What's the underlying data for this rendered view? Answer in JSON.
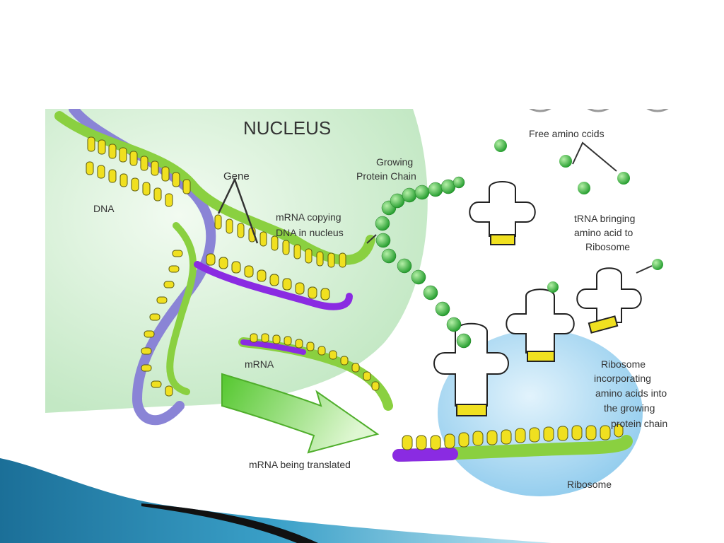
{
  "diagram": {
    "labels": {
      "nucleus": "NUCLEUS",
      "dna": "DNA",
      "gene": "Gene",
      "growing_1": "Growing",
      "growing_2": "Protein Chain",
      "copy_1": "mRNA copying",
      "copy_2": "DNA in nucleus",
      "free_amino": "Free amino ccids",
      "trna_1": "tRNA bringing",
      "trna_2": "amino acid to",
      "trna_3": "Ribosome",
      "mrna": "mRNA",
      "ribo_1": "Ribosome",
      "ribo_2": "incorporating",
      "ribo_3": "amino acids into",
      "ribo_4": "the growing",
      "ribo_5": "protein chain",
      "translated": "mRNA being translated",
      "ribosome": "Ribosome"
    },
    "colors": {
      "nucleus": "#c8ecc8",
      "dna_purple": "#8a84d6",
      "strand_green": "#8ad040",
      "mrna_purple": "#8a2be2",
      "base_yellow": "#f0e020",
      "amino_green": "#3ab83a",
      "ribosome_blue": "#a8d8f2",
      "arrow_green": "#6fd83c"
    }
  },
  "decor": {
    "footer_blue": "#1f7fa8",
    "footer_black": "#111111"
  }
}
